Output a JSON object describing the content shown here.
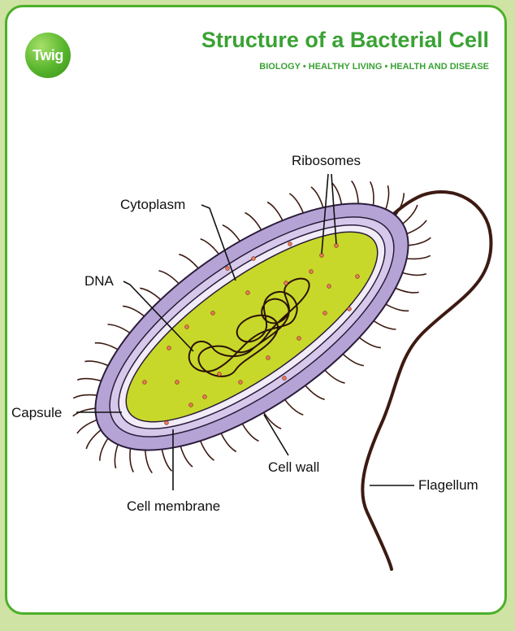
{
  "header": {
    "logo_text": "Twig",
    "title": "Structure of a Bacterial Cell",
    "subtitle": "BIOLOGY • HEALTHY LIVING • HEALTH AND DISEASE"
  },
  "labels": {
    "ribosomes": "Ribosomes",
    "cytoplasm": "Cytoplasm",
    "dna": "DNA",
    "capsule": "Capsule",
    "cell_wall": "Cell wall",
    "cell_membrane": "Cell membrane",
    "flagellum": "Flagellum"
  },
  "colors": {
    "brand_green": "#3aa234",
    "frame_border": "#4caf2a",
    "background": "#cfe3a4",
    "capsule": "#b6a3d6",
    "cell_wall": "#d6c8ea",
    "membrane": "#f1ecf8",
    "cytoplasm": "#c8d82a",
    "ribosome": "#e87a5a"
  }
}
